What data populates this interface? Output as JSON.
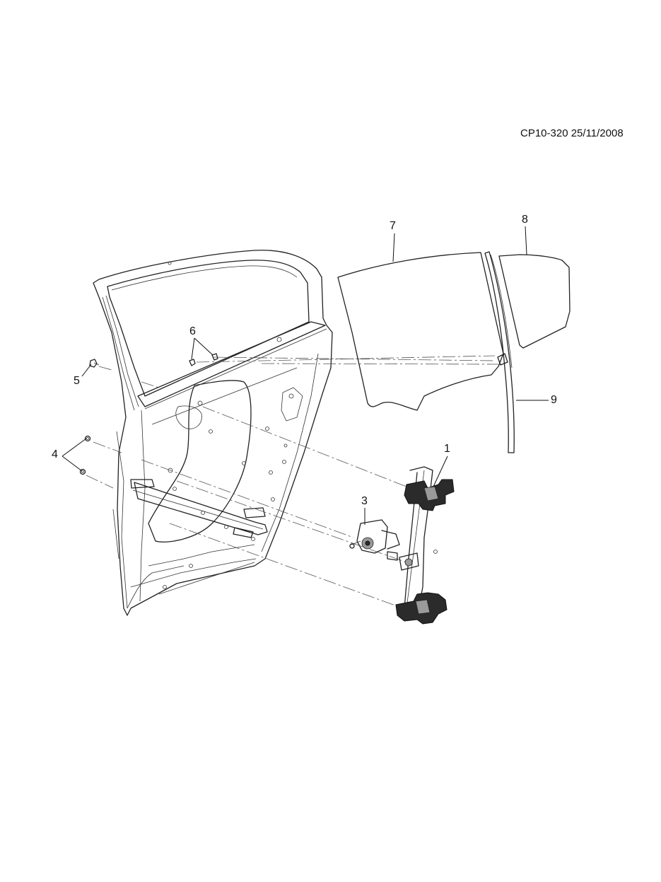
{
  "drawing": {
    "reference_code": "CP10-320 25/11/2008"
  },
  "callouts": [
    {
      "id": "1",
      "label": "1"
    },
    {
      "id": "3",
      "label": "3"
    },
    {
      "id": "4",
      "label": "4"
    },
    {
      "id": "5",
      "label": "5"
    },
    {
      "id": "6",
      "label": "6"
    },
    {
      "id": "7",
      "label": "7"
    },
    {
      "id": "8",
      "label": "8"
    },
    {
      "id": "9",
      "label": "9"
    }
  ],
  "colors": {
    "line": "#222222",
    "background": "#ffffff"
  }
}
